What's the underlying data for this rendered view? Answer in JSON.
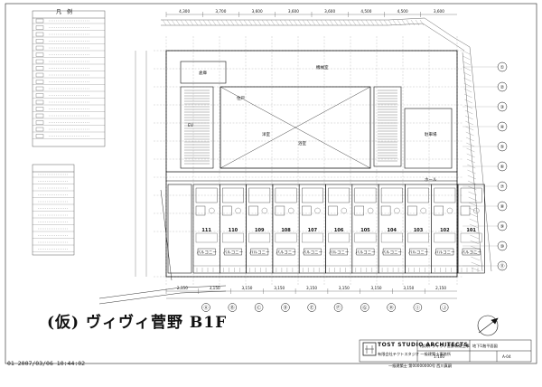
{
  "legend": {
    "title": "凡　例"
  },
  "plan": {
    "units": [
      "111",
      "110",
      "109",
      "108",
      "107",
      "106",
      "105",
      "104",
      "103",
      "102",
      "101"
    ],
    "balcony": "バルコニー",
    "rooms": [
      "住戸",
      "洋室",
      "浴室",
      "EV",
      "倉庫",
      "駐車場",
      "機械室",
      "ホール"
    ],
    "dims_top": [
      "4,300",
      "3,700",
      "3,600",
      "3,600",
      "3,600",
      "4,500",
      "4,500",
      "3,600"
    ],
    "dims_bottom": [
      "2,150",
      "3,150",
      "3,150",
      "3,150",
      "3,150",
      "3,150",
      "3,150",
      "3,150",
      "2,150"
    ],
    "grid_right": [
      "①",
      "②",
      "③",
      "④",
      "⑤",
      "⑥",
      "⑦",
      "⑧",
      "⑨",
      "⑩",
      "⑪"
    ],
    "grid_bottom": [
      "Ⓐ",
      "Ⓑ",
      "Ⓒ",
      "Ⓓ",
      "Ⓔ",
      "Ⓕ",
      "Ⓖ",
      "Ⓗ",
      "Ⓘ",
      "Ⓙ"
    ]
  },
  "handwritten_title": "(仮) ヴィヴィ菅野 B1F",
  "fax_stamp": "01  2007/03/06  10:44:02",
  "title_block": {
    "firm": "TOST STUDIO ARCHITECTS",
    "firm_jp": "有限会社テクトスタジオ 一級建築士事務所",
    "project": "(仮称) ヴィヴィ菅野新築工事",
    "drawing": "地下1階平面図",
    "scale": "1:100",
    "number": "A-04",
    "footer": "一級建築士  第00000000号  西川真嗣"
  }
}
